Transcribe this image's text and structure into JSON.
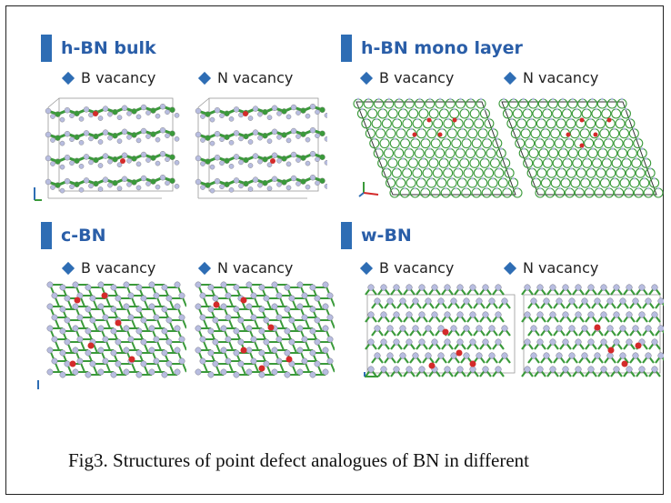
{
  "sections": [
    {
      "title": "h-BN bulk",
      "variants": [
        "B vacancy",
        "N vacancy"
      ]
    },
    {
      "title": "h-BN mono layer",
      "variants": [
        "B vacancy",
        "N vacancy"
      ]
    },
    {
      "title": "c-BN",
      "variants": [
        "B vacancy",
        "N vacancy"
      ]
    },
    {
      "title": "w-BN",
      "variants": [
        "B vacancy",
        "N vacancy"
      ]
    }
  ],
  "caption": "Fig3. Structures of point defect analogues of BN in different",
  "colors": {
    "accent": "#2e6db4",
    "title_text": "#2a5ea8",
    "boron": "#3a9a3a",
    "nitrogen": "#b8bde0",
    "vacancy": "#d42a2a"
  }
}
